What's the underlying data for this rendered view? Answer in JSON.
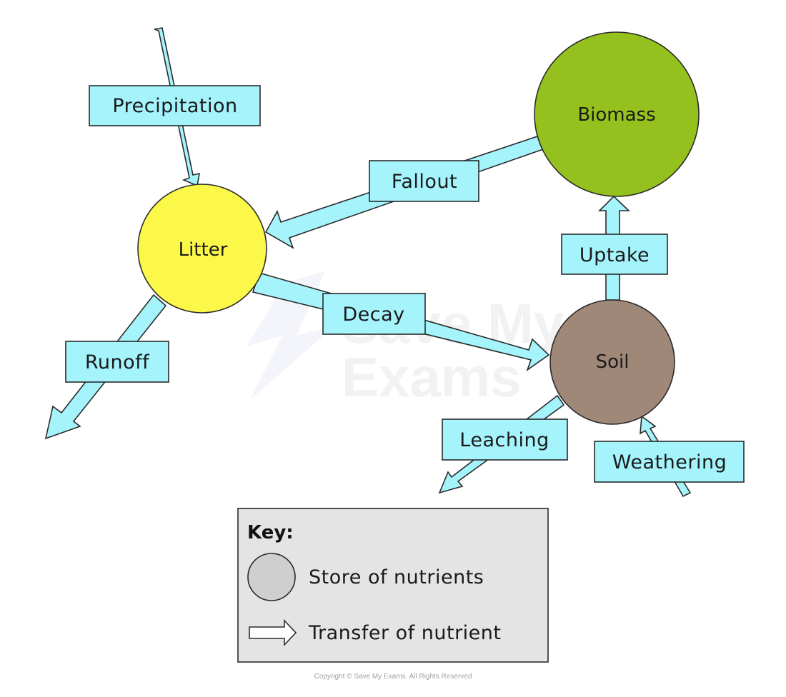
{
  "nodes": {
    "biomass": {
      "label": "Biomass",
      "color": "#95c11f"
    },
    "litter": {
      "label": "Litter",
      "color": "#fbf84a"
    },
    "soil": {
      "label": "Soil",
      "color": "#a08878"
    }
  },
  "flows": {
    "precipitation": "Precipitation",
    "fallout": "Fallout",
    "uptake": "Uptake",
    "decay": "Decay",
    "runoff": "Runoff",
    "leaching": "Leaching",
    "weathering": "Weathering"
  },
  "key": {
    "title": "Key:",
    "store_label": "Store of nutrients",
    "transfer_label": "Transfer of nutrient"
  },
  "watermark": {
    "line1": "Save My",
    "line2": "Exams"
  },
  "copyright": "Copyright © Save My Exams. All Rights Reserved",
  "colors": {
    "arrow_fill": "#a5f3fb",
    "key_fill": "#e4e4e4"
  }
}
